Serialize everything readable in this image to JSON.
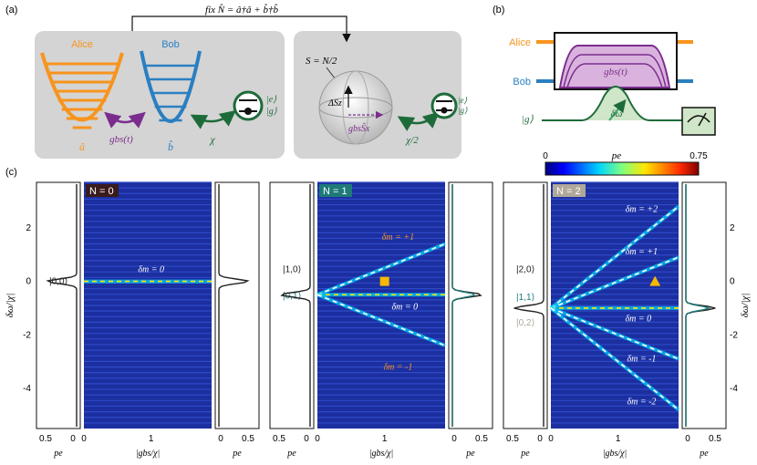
{
  "labels": {
    "a": "(a)",
    "b": "(b)",
    "c": "(c)",
    "fix": "fix N̂ = â†â + b̂†b̂",
    "alice": "Alice",
    "bob": "Bob",
    "a_op": "â",
    "b_op": "b̂",
    "gbs_t": "gbs(t)",
    "chi": "χ",
    "chi_half": "χ/2",
    "e_ket": "|e⟩",
    "g_ket": "|g⟩",
    "S_eq": "S = N/2",
    "dSz": "ΔSz",
    "gbsSx": "gbsŜx",
    "b_alice": "Alice",
    "b_bob": "Bob",
    "b_gbs": "gbs(t)",
    "b_g": "|g⟩",
    "b_dw": "δω",
    "cb_title": "pe",
    "cb_min": "0",
    "cb_max": "0.75"
  },
  "colors": {
    "alice": "#f7941d",
    "bob": "#2a7fc1",
    "purple": "#7b2d8e",
    "green": "#1e6b3a",
    "panel_bg": "#d4d4d4",
    "heat_bg": "#1b2fa0"
  },
  "panels": [
    {
      "tag": "N = 0",
      "tag_color": "#3a1c1c",
      "kets": [
        {
          "text": "|0,0⟩",
          "color": "#222222",
          "y": 0.0
        }
      ],
      "mlabels": [
        {
          "text": "δm = 0",
          "color": "#ffffff",
          "gx": 1.0,
          "y": 0.35
        }
      ]
    },
    {
      "tag": "N = 1",
      "tag_color": "#1e7a78",
      "kets": [
        {
          "text": "|1,0⟩",
          "color": "#222222",
          "y": 0.45
        },
        {
          "text": "|0,1⟩",
          "color": "#1e7a78",
          "y": -0.55
        }
      ],
      "mlabels": [
        {
          "text": "δm = +1",
          "color": "#f7941d",
          "gx": 1.2,
          "y": 1.55
        },
        {
          "text": "δm = 0",
          "color": "#ffffff",
          "gx": 1.3,
          "y": -1.05
        },
        {
          "text": "δm = -1",
          "color": "#f7941d",
          "gx": 1.2,
          "y": -3.3
        }
      ]
    },
    {
      "tag": "N = 2",
      "tag_color": "#b0a89a",
      "kets": [
        {
          "text": "|2,0⟩",
          "color": "#222222",
          "y": 0.45
        },
        {
          "text": "|1,1⟩",
          "color": "#1e7a78",
          "y": -0.6
        },
        {
          "text": "|0,2⟩",
          "color": "#b0a89a",
          "y": -1.55
        }
      ],
      "mlabels": [
        {
          "text": "δm = +2",
          "color": "#ffffff",
          "gx": 1.35,
          "y": 2.6
        },
        {
          "text": "δm = +1",
          "color": "#ffffff",
          "gx": 1.35,
          "y": 1.0
        },
        {
          "text": "δm = 0",
          "color": "#ffffff",
          "gx": 1.3,
          "y": -1.5
        },
        {
          "text": "δm = -1",
          "color": "#ffffff",
          "gx": 1.35,
          "y": -3.0
        },
        {
          "text": "δm = -2",
          "color": "#ffffff",
          "gx": 1.35,
          "y": -4.6
        }
      ]
    }
  ],
  "axes": {
    "y_ticks": [
      "2",
      "0",
      "-2",
      "-4"
    ],
    "y_label": "δω/|χ|",
    "main_x_ticks": [
      "0",
      "1"
    ],
    "main_x_label": "|gbs/χ|",
    "side_left_ticks": [
      "0.5",
      "0"
    ],
    "side_right_ticks": [
      "0",
      "0.5"
    ],
    "side_x_label": "pe"
  },
  "chart_data": {
    "type": "heatmap",
    "title": "",
    "xlabel": "|gbs/χ|",
    "ylabel": "δω/|χ|",
    "xlim": [
      0,
      1.9
    ],
    "ylim": [
      -5.5,
      3.7
    ],
    "color_scale": {
      "label": "pe",
      "min": 0,
      "max": 0.75
    },
    "series": [
      {
        "panel": "N = 0",
        "lines": [
          {
            "slope": 0,
            "intercept": 0
          }
        ]
      },
      {
        "panel": "N = 1",
        "lines": [
          {
            "slope": 1.0,
            "intercept": -0.5
          },
          {
            "slope": 0,
            "intercept": -0.5
          },
          {
            "slope": -1.0,
            "intercept": -0.5
          }
        ]
      },
      {
        "panel": "N = 2",
        "lines": [
          {
            "slope": 2.0,
            "intercept": -1
          },
          {
            "slope": 1.0,
            "intercept": -1
          },
          {
            "slope": 0,
            "intercept": -1
          },
          {
            "slope": -1.0,
            "intercept": -1
          },
          {
            "slope": -2.0,
            "intercept": -1
          }
        ]
      }
    ],
    "markers": [
      {
        "panel": "N = 1",
        "shape": "square",
        "x": 1.0,
        "y": 0.0,
        "color": "#f7b800"
      },
      {
        "panel": "N = 2",
        "shape": "triangle",
        "x": 1.55,
        "y": 0.0,
        "color": "#f7b800"
      }
    ]
  }
}
